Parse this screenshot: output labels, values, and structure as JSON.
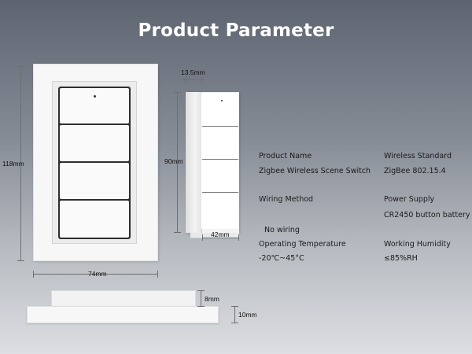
{
  "title": "Product Parameter",
  "dimensions": {
    "height_front": "118mm",
    "width_front": "74mm",
    "depth_top": "13.5mm",
    "height_side": "90mm",
    "width_side": "42mm",
    "profile_top": "8mm",
    "profile_base": "10mm"
  },
  "specs": {
    "product_name_label": "Product Name",
    "product_name_value": "Zigbee Wireless Scene Switch",
    "wireless_standard_label": "Wireless Standard",
    "wireless_standard_value": "ZigBee 802.15.4",
    "wiring_method_label": "Wiring Method",
    "wiring_method_value": "No wiring",
    "power_supply_label": "Power Supply",
    "power_supply_value": "CR2450 button battery",
    "operating_temperature_label": "Operating Temperature",
    "operating_temperature_value": "-20℃~45°C",
    "working_humidity_label": "Working Humidity",
    "working_humidity_value": "≤85%RH"
  },
  "colors": {
    "background_top": "#5d6470",
    "background_bottom": "#dcdee1",
    "title": "#ffffff",
    "device": "#f7f7f7",
    "button_gap": "#2e2e2e"
  }
}
